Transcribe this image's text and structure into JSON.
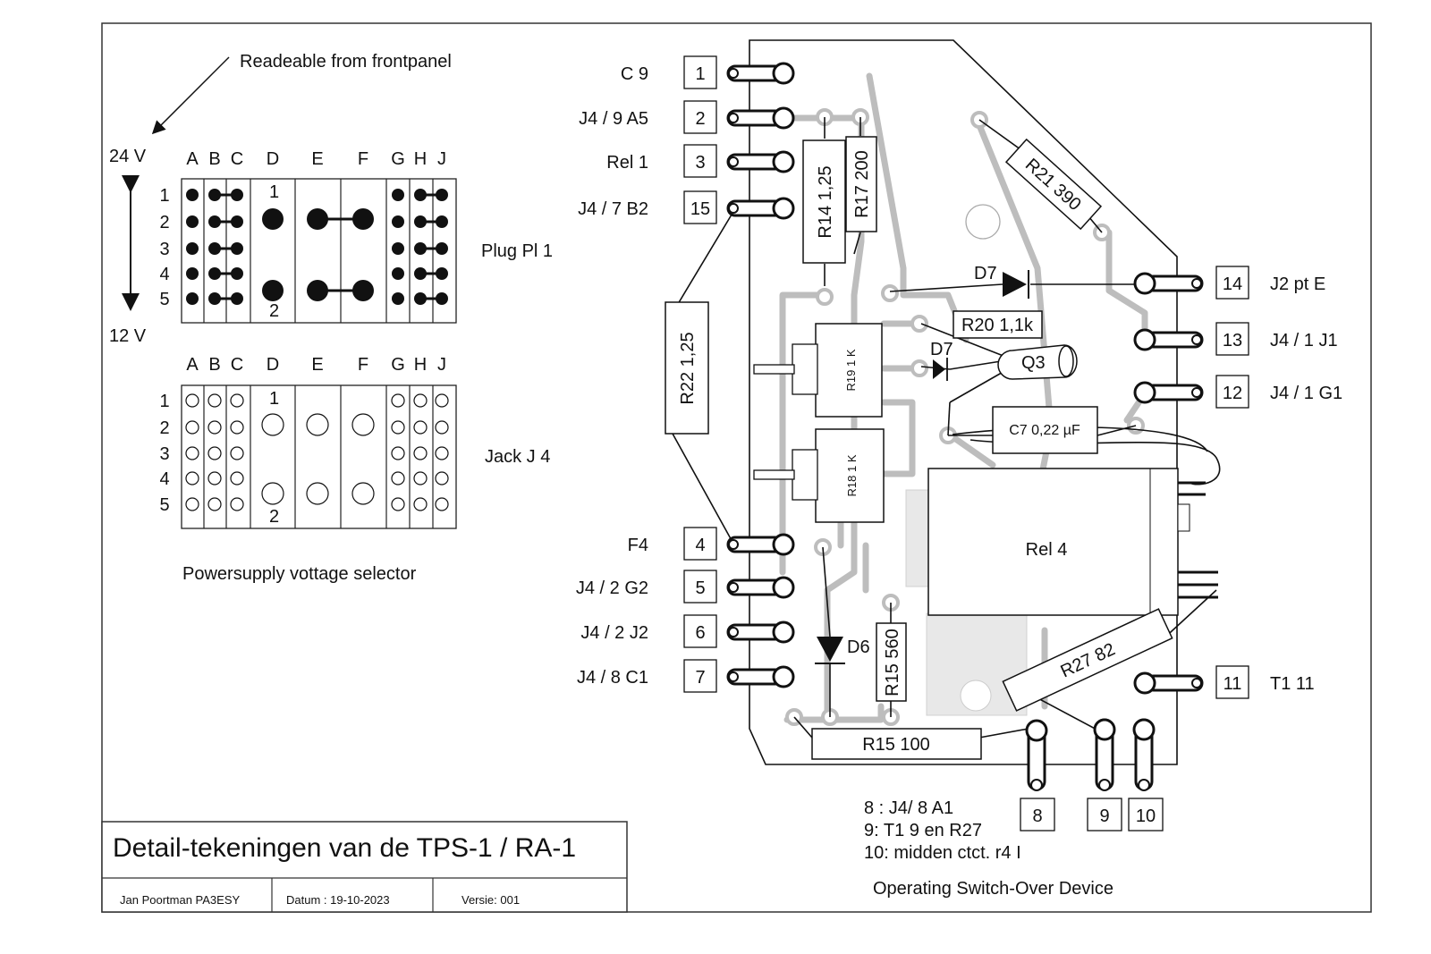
{
  "selector": {
    "arrow_note": "Readeable from frontpanel",
    "volt_top": "24 V",
    "volt_bottom": "12 V",
    "columns": [
      "A",
      "B",
      "C",
      "D",
      "E",
      "F",
      "G",
      "H",
      "J"
    ],
    "rows": [
      "1",
      "2",
      "3",
      "4",
      "5"
    ],
    "d_top": "1",
    "d_bottom": "2",
    "plug_label": "Plug Pl 1",
    "jack_label": "Jack J 4",
    "caption": "Powersupply vottage selector"
  },
  "board": {
    "left_connectors": [
      {
        "num": "1",
        "label": "C 9"
      },
      {
        "num": "2",
        "label": "J4 / 9 A5"
      },
      {
        "num": "3",
        "label": "Rel 1"
      },
      {
        "num": "15",
        "label": "J4 / 7 B2"
      },
      {
        "num": "4",
        "label": "F4"
      },
      {
        "num": "5",
        "label": "J4 / 2 G2"
      },
      {
        "num": "6",
        "label": "J4 / 2 J2"
      },
      {
        "num": "7",
        "label": "J4 / 8 C1"
      }
    ],
    "right_connectors": [
      {
        "num": "14",
        "label": "J2 pt E"
      },
      {
        "num": "13",
        "label": "J4 / 1 J1"
      },
      {
        "num": "12",
        "label": "J4 / 1 G1"
      },
      {
        "num": "11",
        "label": "T1 11"
      }
    ],
    "bottom_connectors": [
      "8",
      "9",
      "10"
    ],
    "components": {
      "r14": "R14 1,25",
      "r17": "R17 200",
      "r21": "R21 390",
      "r22": "R22 1,25",
      "r20": "R20 1,1k",
      "r19": "R19  1 K",
      "r18": "R18  1 K",
      "d7_top": "D7",
      "d7_mid": "D7",
      "q3": "Q3",
      "c7": "C7 0,22 µF",
      "rel4": "Rel 4",
      "d6": "D6",
      "r15a": "R15 560",
      "r15b": "R15 100",
      "r27": "R27 82"
    },
    "notes": [
      "8 : J4/ 8 A1",
      "9:  T1 9 en R27",
      "10: midden ctct. r4 I"
    ],
    "caption": "Operating Switch-Over Device"
  },
  "titleblock": {
    "title": "Detail-tekeningen van de TPS-1 / RA-1",
    "author": "Jan Poortman  PA3ESY",
    "date": "Datum : 19-10-2023",
    "version": "Versie: 001"
  }
}
